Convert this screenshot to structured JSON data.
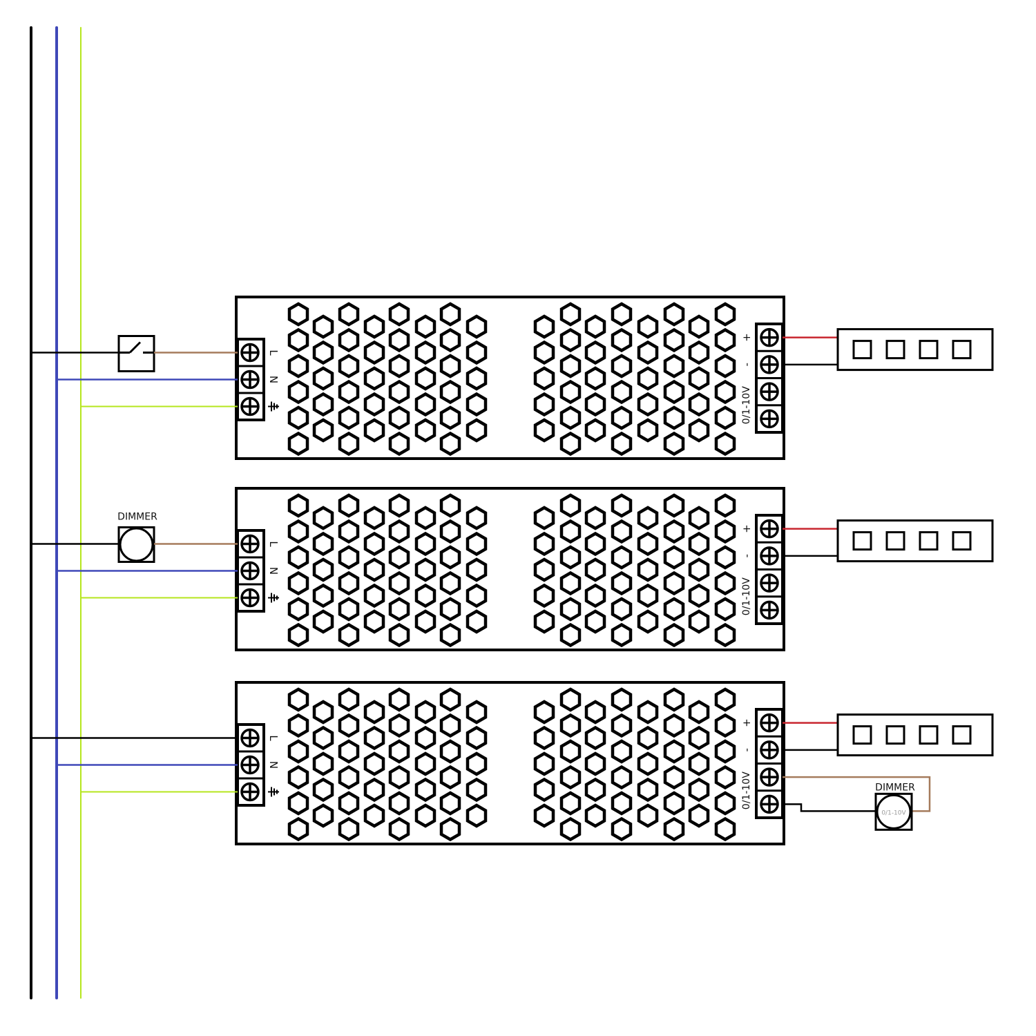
{
  "diagram": {
    "title": "LED driver wiring diagram",
    "colors": {
      "live": "#000000",
      "neutral": "#3f48b8",
      "earth": "#b5e61d",
      "switched_live": "#a57b5c",
      "dc_positive": "#c8242e",
      "dc_negative": "#000000",
      "outline": "#000000"
    },
    "bus": [
      {
        "name": "live-bus",
        "color_key": "live"
      },
      {
        "name": "neutral-bus",
        "color_key": "neutral"
      },
      {
        "name": "earth-bus",
        "color_key": "earth"
      }
    ],
    "input_terminal_labels": [
      "L",
      "N",
      "⏚"
    ],
    "output_terminal_labels": {
      "plus": "+",
      "minus": "-",
      "dim": "0/1-10V"
    },
    "drivers": [
      {
        "id": "driver-1",
        "control": {
          "type": "switch",
          "label": ""
        },
        "led_strip_cells": 4
      },
      {
        "id": "driver-2",
        "control": {
          "type": "mains-dimmer",
          "label": "DIMMER"
        },
        "led_strip_cells": 4
      },
      {
        "id": "driver-3",
        "control": {
          "type": "none",
          "label": ""
        },
        "led_strip_cells": 4,
        "dc_dimmer": {
          "label": "DIMMER",
          "inner_label": "0/1-10V"
        }
      }
    ]
  }
}
